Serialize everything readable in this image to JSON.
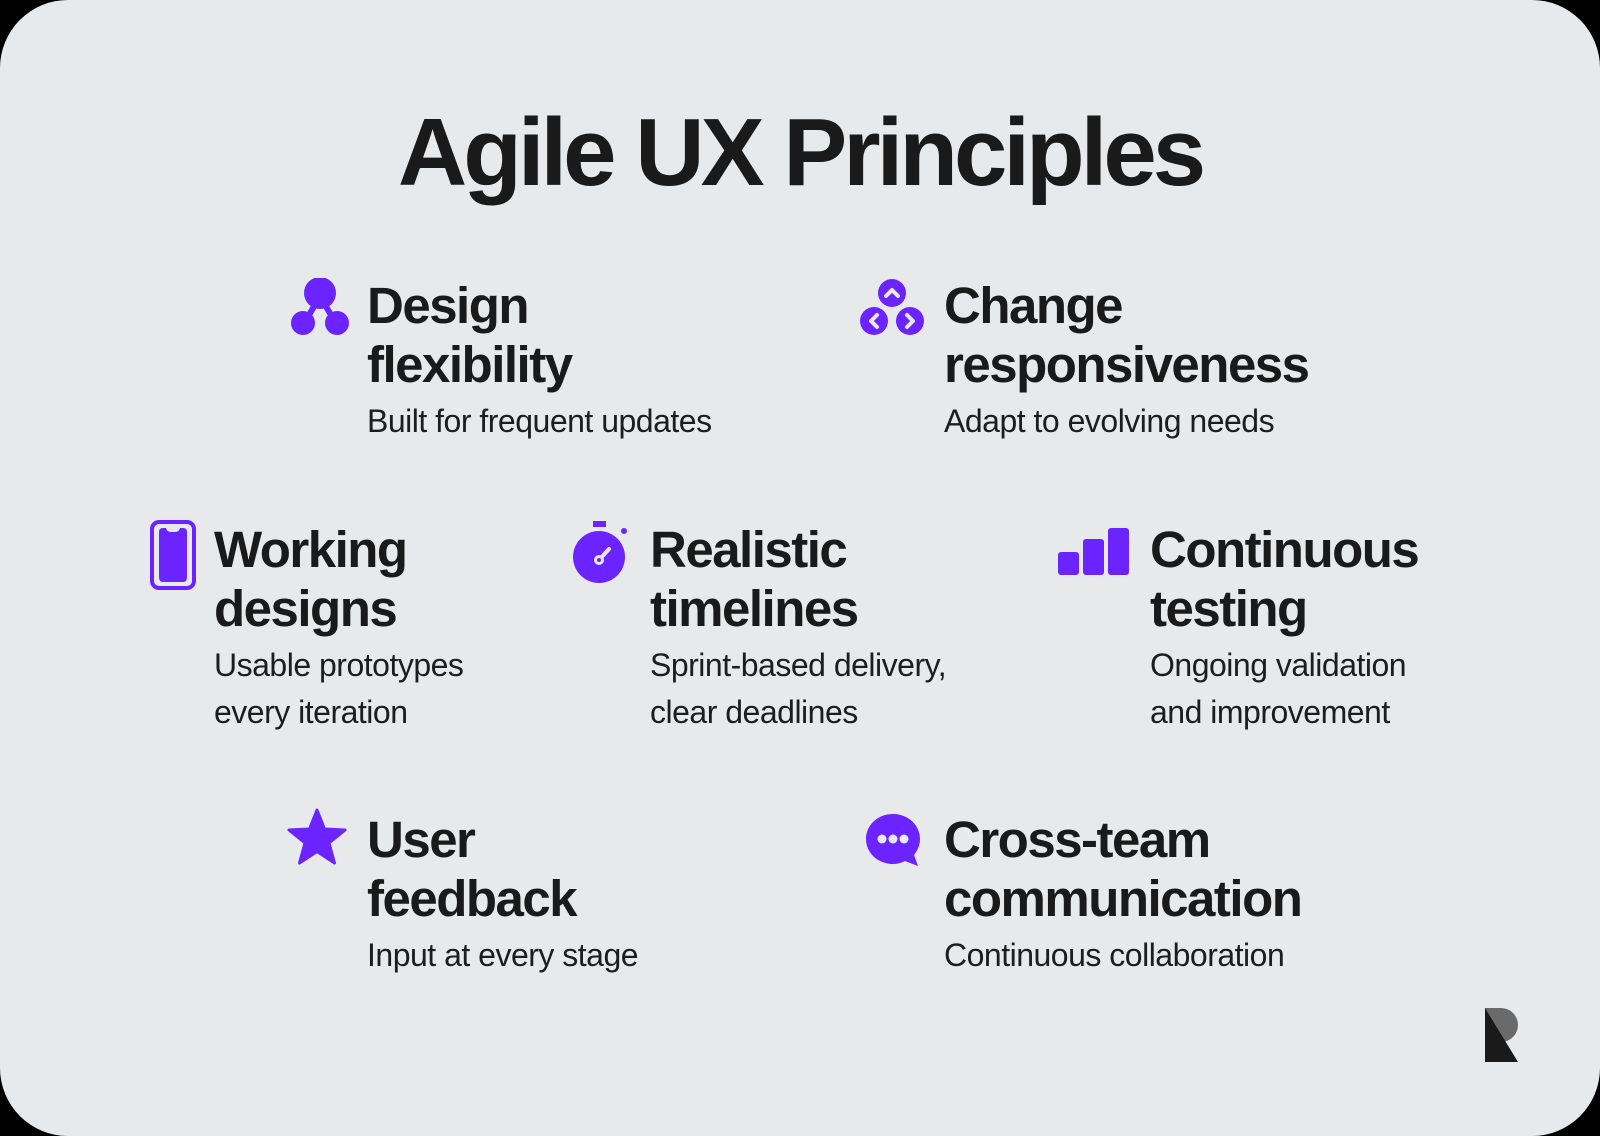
{
  "title": "Agile UX Principles",
  "accent_color": "#6b24ff",
  "principles": [
    {
      "icon": "network-nodes-icon",
      "heading_line1": "Design",
      "heading_line2": "flexibility",
      "desc_line1": "Built for frequent updates",
      "desc_line2": ""
    },
    {
      "icon": "arrows-circles-icon",
      "heading_line1": "Change",
      "heading_line2": "responsiveness",
      "desc_line1": "Adapt to evolving needs",
      "desc_line2": ""
    },
    {
      "icon": "smartphone-icon",
      "heading_line1": "Working",
      "heading_line2": "designs",
      "desc_line1": "Usable prototypes",
      "desc_line2": "every iteration"
    },
    {
      "icon": "stopwatch-icon",
      "heading_line1": "Realistic",
      "heading_line2": "timelines",
      "desc_line1": "Sprint-based delivery,",
      "desc_line2": "clear deadlines"
    },
    {
      "icon": "bar-chart-icon",
      "heading_line1": "Continuous",
      "heading_line2": "testing",
      "desc_line1": "Ongoing validation",
      "desc_line2": "and improvement"
    },
    {
      "icon": "star-icon",
      "heading_line1": "User",
      "heading_line2": "feedback",
      "desc_line1": "Input at every stage",
      "desc_line2": ""
    },
    {
      "icon": "chat-bubble-icon",
      "heading_line1": "Cross-team",
      "heading_line2": "communication",
      "desc_line1": "Continuous collaboration",
      "desc_line2": ""
    }
  ],
  "logo": "brand-logo-R"
}
